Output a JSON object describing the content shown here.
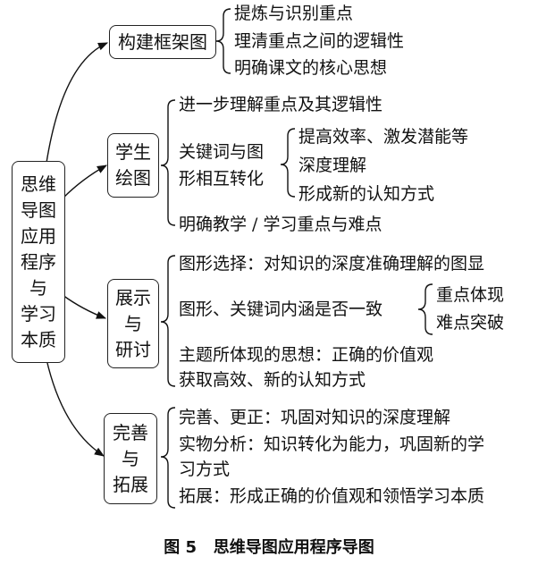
{
  "root": {
    "lines": [
      "思维",
      "导图",
      "应用",
      "程序",
      "与",
      "学习",
      "本质"
    ]
  },
  "branches": [
    {
      "label_lines": [
        "构建框架图"
      ],
      "items": [
        "提炼与识别重点",
        "理清重点之间的逻辑性",
        "明确课文的核心思想"
      ]
    },
    {
      "label_lines": [
        "学生",
        "绘图"
      ],
      "items": [
        "进一步理解重点及其逻辑性"
      ],
      "sub": {
        "label_lines": [
          "关键词与图",
          "形相互转化"
        ],
        "items": [
          "提高效率、激发潜能等",
          "深度理解",
          "形成新的认知方式"
        ]
      },
      "items_after": [
        "明确教学 / 学习重点与难点"
      ]
    },
    {
      "label_lines": [
        "展示",
        "与",
        "研讨"
      ],
      "items": [
        "图形选择：对知识的深度准确理解的图显"
      ],
      "sub": {
        "label": "图形、关键词内涵是否一致",
        "items": [
          "重点体现",
          "难点突破"
        ]
      },
      "items_after": [
        "主题所体现的思想：正确的价值观",
        "获取高效、新的认知方式"
      ]
    },
    {
      "label_lines": [
        "完善",
        "与",
        "拓展"
      ],
      "items": [
        "完善、更正：巩固对知识的深度理解",
        "实物分析：知识转化为能力，巩固新的学",
        "习方式",
        "拓展：形成正确的价值观和领悟学习本质"
      ]
    }
  ],
  "caption": "图 5   思维导图应用程序导图"
}
